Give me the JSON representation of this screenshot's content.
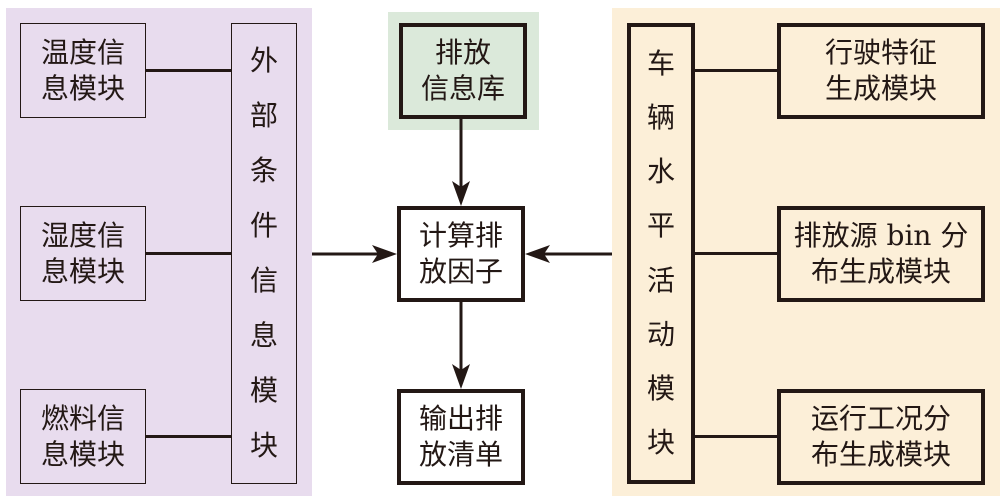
{
  "colors": {
    "left_panel_bg": "#e8dcee",
    "center_panel_bg": "#dbe9da",
    "right_panel_bg": "#fcefd8",
    "stroke": "#231815"
  },
  "left_panel": {
    "modules": [
      {
        "line1": "温度信",
        "line2": "息模块"
      },
      {
        "line1": "湿度信",
        "line2": "息模块"
      },
      {
        "line1": "燃料信",
        "line2": "息模块"
      }
    ],
    "aggregator_chars": [
      "外",
      "部",
      "条",
      "件",
      "信",
      "息",
      "模",
      "块"
    ]
  },
  "center": {
    "database": {
      "line1": "排放",
      "line2": "信息库"
    },
    "calc": {
      "line1": "计算排",
      "line2": "放因子"
    },
    "output": {
      "line1": "输出排",
      "line2": "放清单"
    }
  },
  "right_panel": {
    "aggregator_chars": [
      "车",
      "辆",
      "水",
      "平",
      "活",
      "动",
      "模",
      "块"
    ],
    "modules": [
      {
        "line1": "行驶特征",
        "line2": "生成模块"
      },
      {
        "line1": "排放源 bin 分",
        "line2": "布生成模块"
      },
      {
        "line1": "运行工况分",
        "line2": "布生成模块"
      }
    ]
  }
}
